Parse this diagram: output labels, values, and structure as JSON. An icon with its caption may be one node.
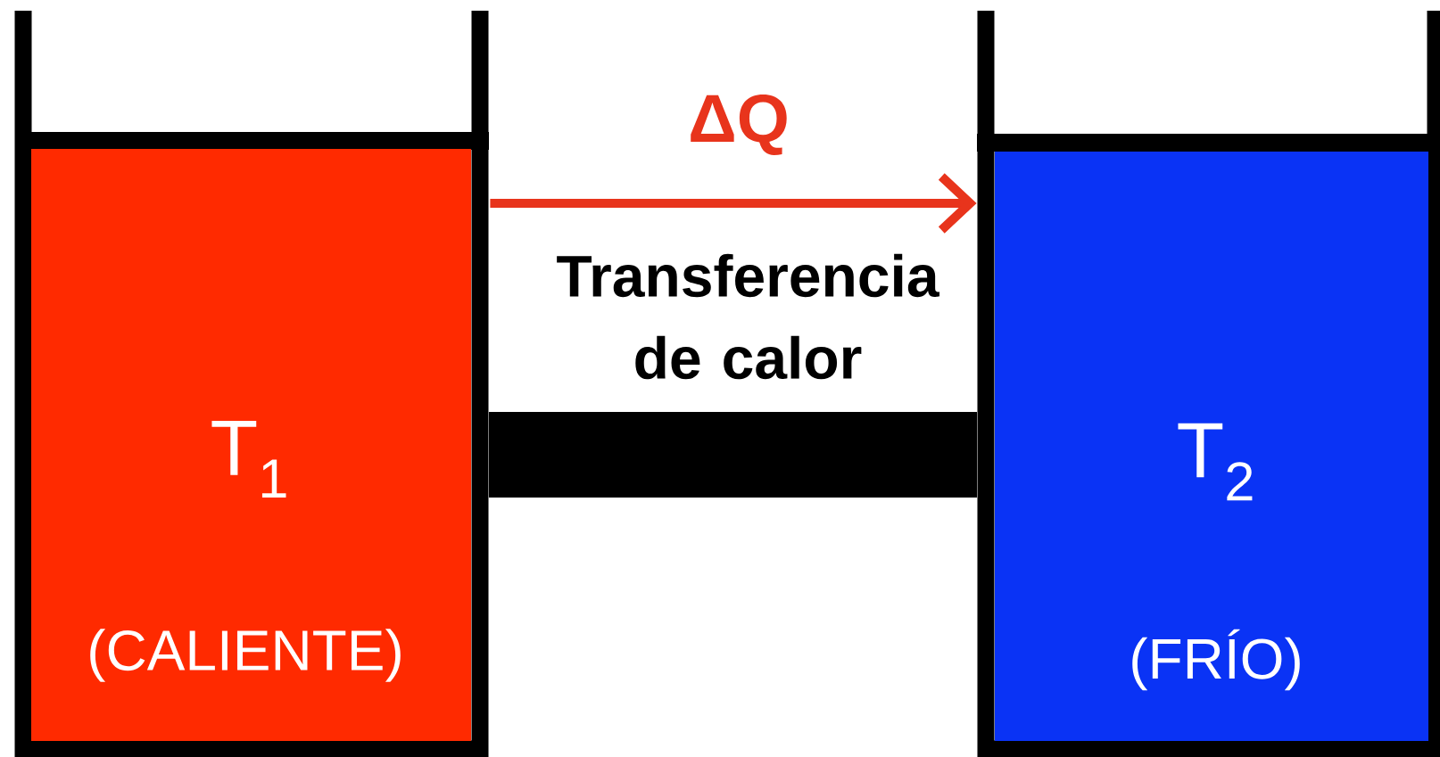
{
  "diagram": {
    "nodes": [
      {
        "text": [
          "T$_{1}$",
          "(CALIENTE)"
        ]
      },
      {
        "text": [
          "T$_{2}$",
          "(FRÍO)"
        ]
      }
    ],
    "edges": [
      {
        "from": 0,
        "to": 1,
        "arrow": "to",
        "label": "ΔQ",
        "color": "#e8341c"
      }
    ],
    "labels": [
      "Transferencia de calor"
    ]
  }
}
